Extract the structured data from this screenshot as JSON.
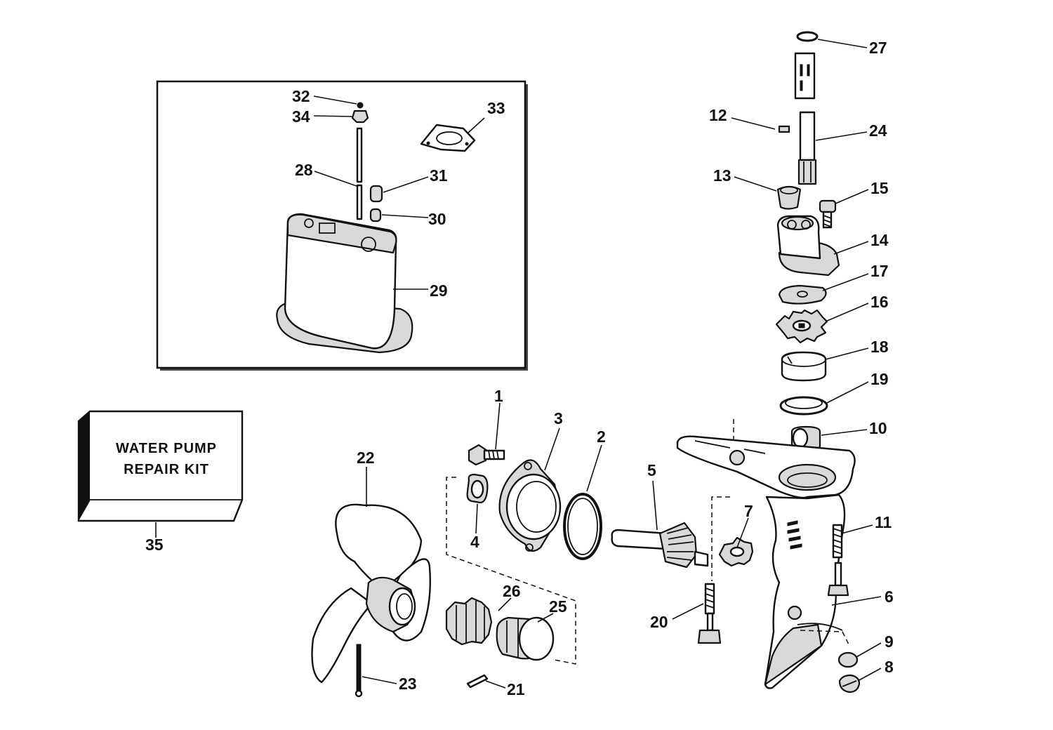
{
  "kit": {
    "line1": "WATER PUMP",
    "line2": "REPAIR KIT"
  },
  "callouts": [
    "1",
    "2",
    "3",
    "4",
    "5",
    "6",
    "7",
    "8",
    "9",
    "10",
    "11",
    "12",
    "13",
    "14",
    "15",
    "16",
    "17",
    "18",
    "19",
    "20",
    "21",
    "22",
    "23",
    "24",
    "25",
    "26",
    "27",
    "28",
    "29",
    "30",
    "31",
    "32",
    "33",
    "34",
    "35"
  ],
  "colors": {
    "ink": "#111111",
    "paper": "#ffffff",
    "shade": "#d9d9d9"
  }
}
